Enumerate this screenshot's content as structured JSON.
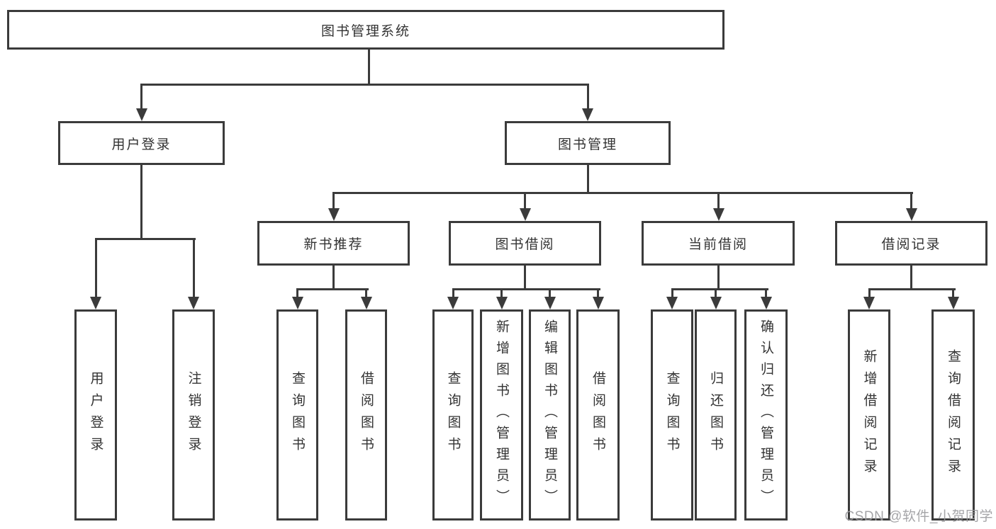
{
  "diagram": {
    "root": {
      "label": "图书管理系统"
    },
    "level2": {
      "user_login": "用户登录",
      "book_management": "图书管理"
    },
    "level3": {
      "new_book_recommend": "新书推荐",
      "book_borrow": "图书借阅",
      "current_borrow": "当前借阅",
      "borrow_record": "借阅记录"
    },
    "leaves": {
      "login": [
        "用户登录",
        "注销登录"
      ],
      "recommend": [
        "查询图书",
        "借阅图书"
      ],
      "borrow": [
        "查询图书",
        "新增图书（管理员）",
        "编辑图书（管理员）",
        "借阅图书"
      ],
      "current": [
        "查询图书",
        "归还图书",
        "确认归还（管理员）"
      ],
      "record": [
        "新增借阅记录",
        "查询借阅记录"
      ]
    }
  },
  "watermark": {
    "text": "CSDN @软件_小贺同学"
  },
  "colors": {
    "line": "#3b3b3b",
    "text": "#333333",
    "watermark": "#9b9b9e",
    "background": "#ffffff"
  }
}
